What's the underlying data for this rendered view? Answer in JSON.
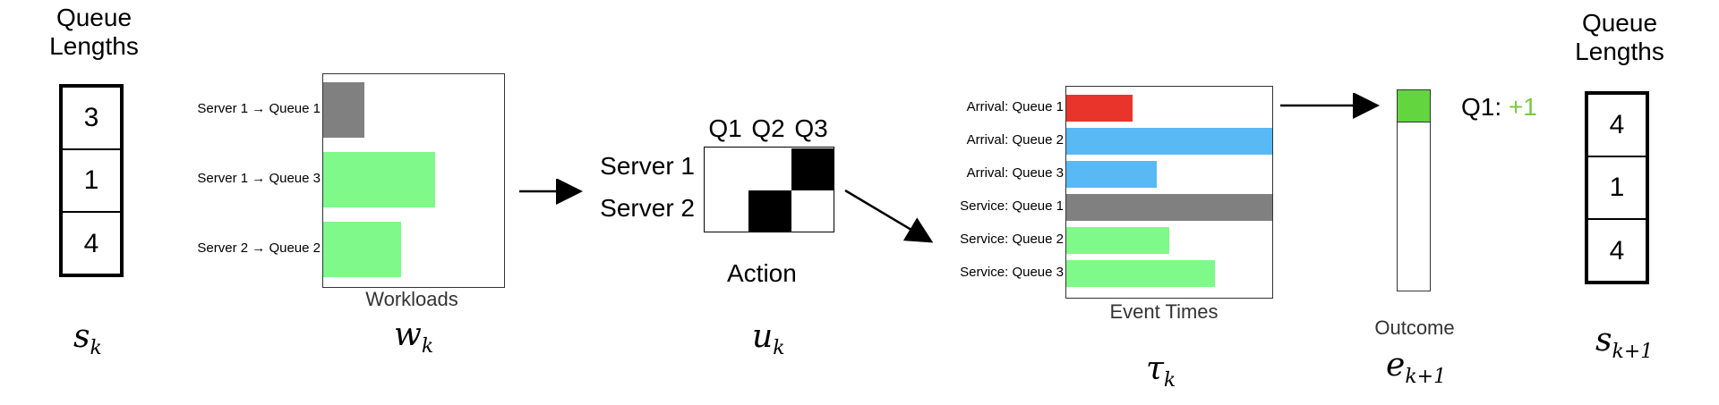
{
  "colors": {
    "gray": "#808080",
    "green": "#7ef98a",
    "red": "#e8342a",
    "blue": "#58b9f5",
    "outcome_green": "#63d63f",
    "plus_green": "#7ac943"
  },
  "state_k": {
    "title_line1": "Queue",
    "title_line2": "Lengths",
    "values": [
      "3",
      "1",
      "4"
    ],
    "symbol": "s",
    "subscript": "k"
  },
  "workloads": {
    "rows": [
      {
        "label": "Server 1 → Queue 1",
        "value": 0.23,
        "color": "gray"
      },
      {
        "label": "Server 1 → Queue 3",
        "value": 0.62,
        "color": "green"
      },
      {
        "label": "Server 2 → Queue 2",
        "value": 0.43,
        "color": "green"
      }
    ],
    "caption": "Workloads",
    "symbol": "w",
    "subscript": "k"
  },
  "action": {
    "columns": [
      "Q1",
      "Q2",
      "Q3"
    ],
    "rows": [
      "Server 1",
      "Server 2"
    ],
    "matrix": [
      [
        0,
        0,
        1
      ],
      [
        0,
        1,
        0
      ]
    ],
    "caption": "Action",
    "symbol": "u",
    "subscript": "k"
  },
  "events": {
    "rows": [
      {
        "label": "Arrival: Queue 1",
        "value": 0.32,
        "color": "red"
      },
      {
        "label": "Arrival: Queue 2",
        "value": 1.0,
        "color": "blue"
      },
      {
        "label": "Arrival: Queue 3",
        "value": 0.44,
        "color": "blue"
      },
      {
        "label": "Service: Queue 1",
        "value": 1.0,
        "color": "gray"
      },
      {
        "label": "Service: Queue 2",
        "value": 0.5,
        "color": "green"
      },
      {
        "label": "Service: Queue 3",
        "value": 0.72,
        "color": "green"
      }
    ],
    "caption": "Event Times",
    "symbol": "τ",
    "subscript": "k"
  },
  "outcome": {
    "label_prefix": "Q1:",
    "label_delta": "+1",
    "caption": "Outcome",
    "symbol": "e",
    "subscript": "k+1",
    "fill_fraction": 0.16
  },
  "state_k1": {
    "title_line1": "Queue",
    "title_line2": "Lengths",
    "values": [
      "4",
      "1",
      "4"
    ],
    "symbol": "s",
    "subscript": "k+1"
  }
}
